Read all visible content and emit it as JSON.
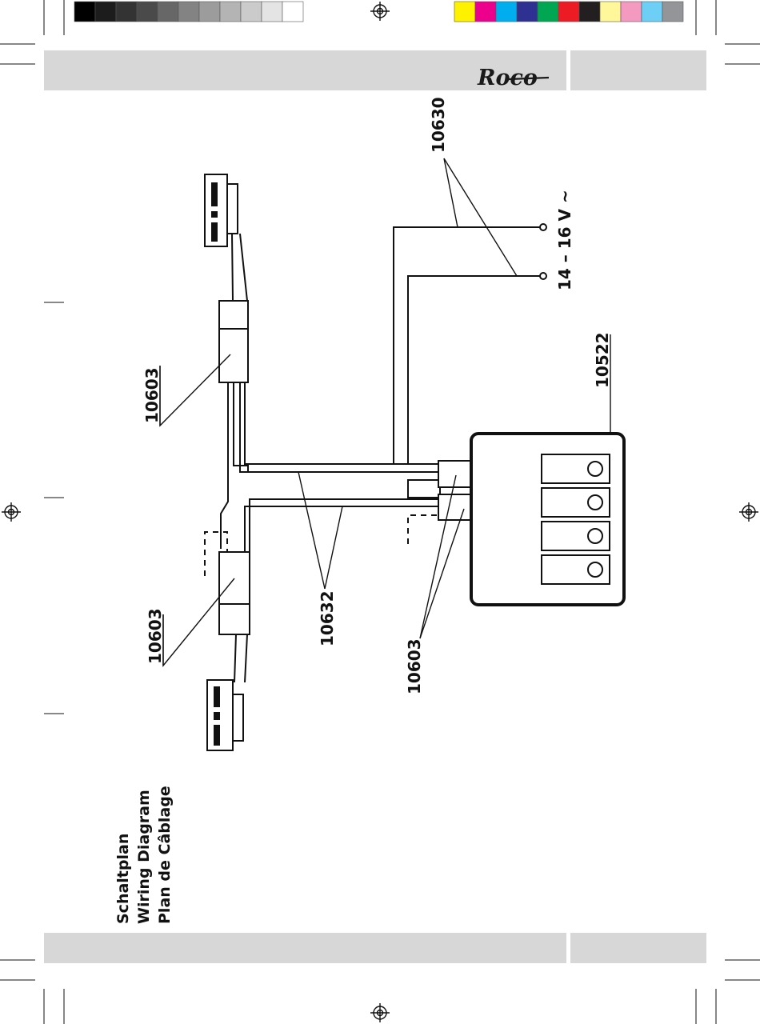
{
  "header": {
    "brand": "Roco"
  },
  "diagram": {
    "parts": {
      "power_supply": "10630",
      "voltage": "14 – 16 V ~",
      "switch_panel": "10522",
      "cable_top": "10603",
      "cable_bottom": "10603",
      "cable_switch": "10603",
      "connection_wire": "10632"
    }
  },
  "title_block": {
    "line1": "Schaltplan",
    "line2": "Wiring Diagram",
    "line3": "Plan de Câblage"
  },
  "colors": {
    "band_gray": "#d7d7d7",
    "ink": "#111111",
    "swatches_gray": [
      "#000000",
      "#1c1c1c",
      "#333333",
      "#4a4a4a",
      "#676767",
      "#838383",
      "#9c9c9c",
      "#b4b4b4",
      "#cbcbcb",
      "#e4e4e4",
      "#ffffff"
    ],
    "swatches_color": [
      "#fff200",
      "#ec008c",
      "#00aeef",
      "#2e3192",
      "#00a651",
      "#ed1c24",
      "#231f20",
      "#fff799",
      "#f49ac1",
      "#6dcff6",
      "#939598"
    ]
  }
}
